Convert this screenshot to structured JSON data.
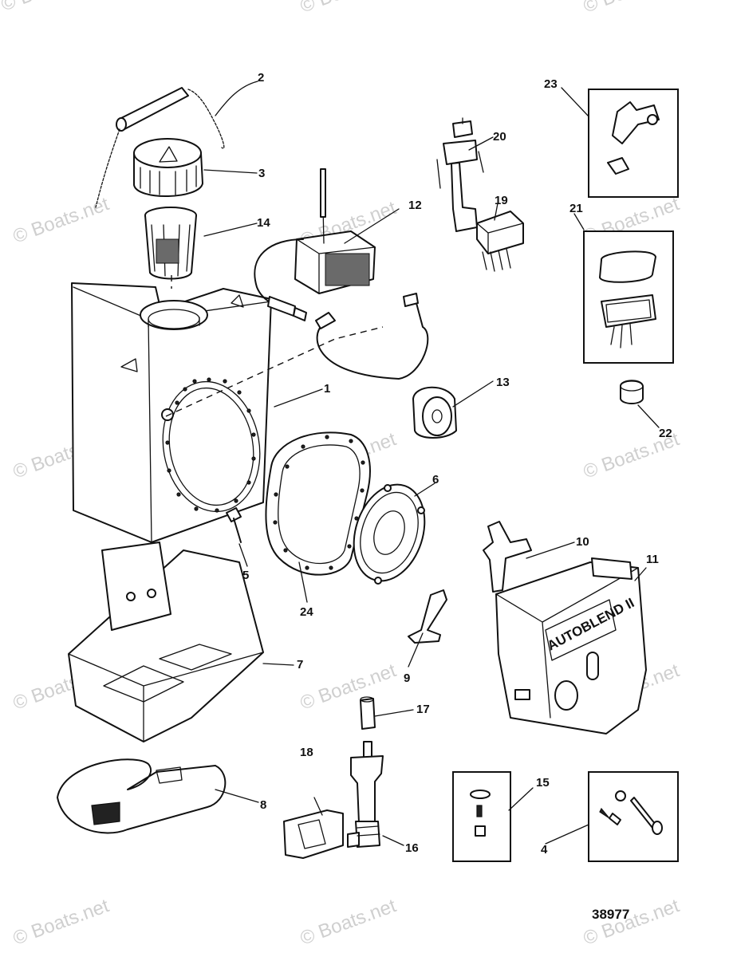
{
  "watermark": "© Boats.net",
  "diagram_id": "38977",
  "product_mark": "AUTOBLEND II",
  "callouts": {
    "c1": "1",
    "c2": "2",
    "c3": "3",
    "c4": "4",
    "c5": "5",
    "c6": "6",
    "c7": "7",
    "c8": "8",
    "c9": "9",
    "c10": "10",
    "c11": "11",
    "c12": "12",
    "c13": "13",
    "c14": "14",
    "c15": "15",
    "c16": "16",
    "c17": "17",
    "c18": "18",
    "c19": "19",
    "c20": "20",
    "c21": "21",
    "c22": "22",
    "c23": "23",
    "c24": "24"
  }
}
